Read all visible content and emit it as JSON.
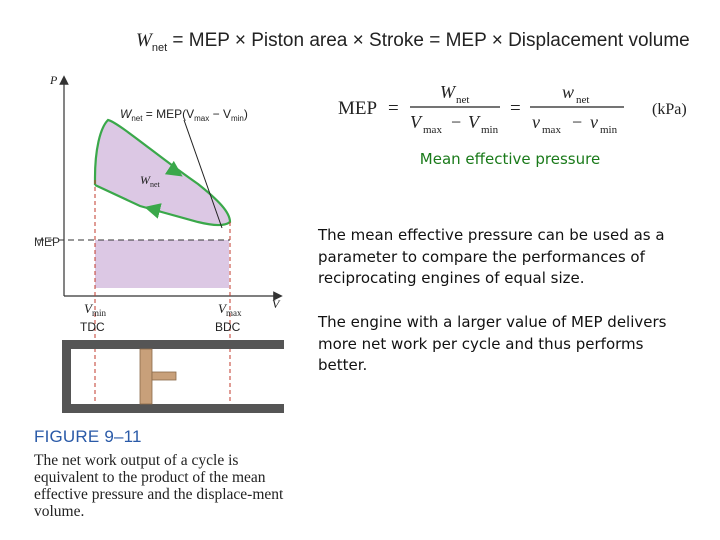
{
  "top_equation": {
    "lhs_symbol": "W",
    "lhs_sub": "net",
    "text": " = MEP × Piston area × Stroke = MEP × Displacement volume"
  },
  "mep_equation": {
    "lhs": "MEP",
    "num1_symbol": "W",
    "num1_sub": "net",
    "den1_a": "V",
    "den1_a_sub": "max",
    "den1_b": "V",
    "den1_b_sub": "min",
    "num2_symbol": "w",
    "num2_sub": "net",
    "den2_a": "v",
    "den2_a_sub": "max",
    "den2_b": "v",
    "den2_b_sub": "min",
    "unit": "(kPa)"
  },
  "diagram": {
    "axis_p": "P",
    "axis_v": "V",
    "wnet_formula": "W",
    "wnet_formula_sub": "net",
    "wnet_formula_rest": " = MEP(V",
    "wnet_formula_max": "max",
    "wnet_formula_mid": " − V",
    "wnet_formula_min": "min",
    "wnet_formula_end": ")",
    "wnet_area_label": "W",
    "wnet_area_sub": "net",
    "mep_label": "MEP",
    "vmin_label": "V",
    "vmin_sub": "min",
    "vmax_label": "V",
    "vmax_sub": "max",
    "tdc_label": "TDC",
    "bdc_label": "BDC",
    "colors": {
      "cycle": "#3aa84a",
      "fill": "#dcc8e4",
      "dash": "#c0392b",
      "piston": "#c8a07a"
    }
  },
  "caption": {
    "heading": "FIGURE 9–11",
    "body": "The net work output of a cycle is equivalent to the product of the mean effective pressure and the displace-ment volume."
  },
  "mep_title": "Mean effective pressure",
  "paragraph1": "The mean effective pressure can be used as a parameter to compare the performances of reciprocating engines of equal size.",
  "paragraph2": "The engine with a larger value of MEP delivers more net work per cycle and thus performs better."
}
